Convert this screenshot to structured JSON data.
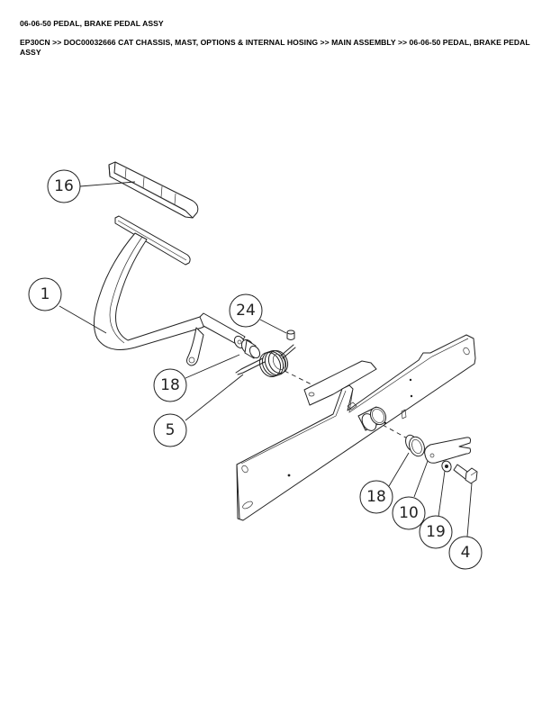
{
  "header": {
    "title": "06-06-50 PEDAL, BRAKE PEDAL ASSY",
    "breadcrumb": "EP30CN >> DOC00032666 CAT CHASSIS, MAST, OPTIONS & INTERNAL HOSING >> MAIN ASSEMBLY >> 06-06-50 PEDAL, BRAKE PEDAL ASSY"
  },
  "diagram": {
    "type": "exploded-parts-view",
    "callouts": [
      {
        "id": "c16",
        "label": "16",
        "part": "pedal-pad"
      },
      {
        "id": "c1",
        "label": "1",
        "part": "pedal-arm"
      },
      {
        "id": "c24",
        "label": "24",
        "part": "grease-fitting"
      },
      {
        "id": "c18a",
        "label": "18",
        "part": "bushing"
      },
      {
        "id": "c5",
        "label": "5",
        "part": "torsion-spring"
      },
      {
        "id": "c18b",
        "label": "18",
        "part": "bushing"
      },
      {
        "id": "c10",
        "label": "10",
        "part": "lever-plate"
      },
      {
        "id": "c19",
        "label": "19",
        "part": "lock-washer"
      },
      {
        "id": "c4",
        "label": "4",
        "part": "hex-bolt"
      }
    ]
  }
}
